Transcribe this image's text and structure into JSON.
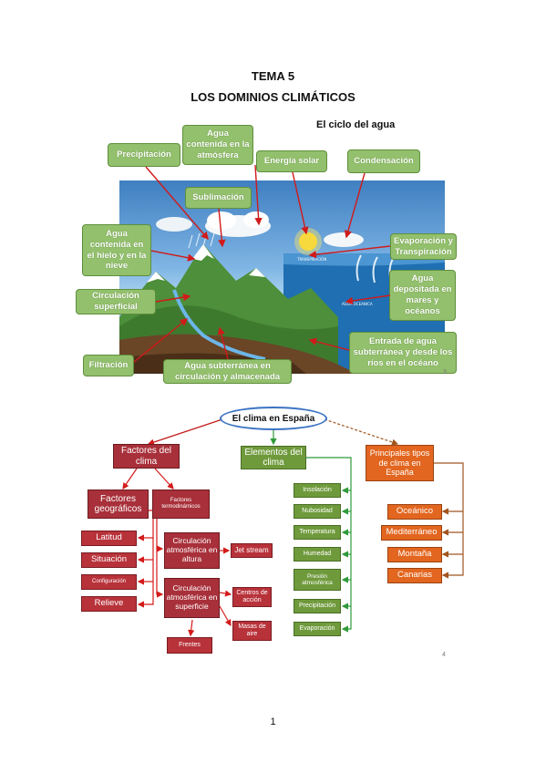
{
  "header": {
    "tema": "TEMA 5",
    "title": "LOS DOMINIOS CLIMÁTICOS"
  },
  "water_cycle": {
    "title": "El ciclo del agua",
    "labels": {
      "precipitacion": "Precipitación",
      "agua_atmosfera": "Agua contenida en la atmósfera",
      "energia_solar": "Energía solar",
      "condensacion": "Condensación",
      "sublimacion": "Sublimación",
      "agua_hielo": "Agua contenida en el hielo y en la nieve",
      "evaporacion": "Evaporación y Transpiración",
      "agua_mares": "Agua depositada en mares y océanos",
      "circulacion_superficial": "Circulación superficial",
      "filtracion": "Filtración",
      "agua_subterranea": "Agua subterránea en circulación y almacenada",
      "entrada_agua": "Entrada de agua subterránea y desde los ríos en el océano"
    },
    "page_mark": "3"
  },
  "concept_map": {
    "root": "El clima en España",
    "factores": {
      "title": "Factores del clima",
      "geograficos": "Factores geográficos",
      "termodinamicos": "Factores termodinámicos",
      "latitud": "Latitud",
      "situacion": "Situación",
      "configuracion": "Configuración",
      "relieve": "Relieve",
      "circ_altura": "Circulación atmosférica en altura",
      "jet_stream": "Jet stream",
      "circ_superficie": "Circulación atmosférica en superficie",
      "centros_accion": "Centros de acción",
      "masas_aire": "Masas de aire",
      "frentes": "Frentes"
    },
    "elementos": {
      "title": "Elementos del clima",
      "items": [
        "Insolación",
        "Nubosidad",
        "Temperatura",
        "Humedad",
        "Presión atmosférica",
        "Precipitación",
        "Evaporación"
      ]
    },
    "tipos": {
      "title": "Principales tipos de clima en España",
      "items": [
        "Oceánico",
        "Mediterráneo",
        "Montaña",
        "Canarias"
      ]
    },
    "page_mark": "4"
  },
  "footer": {
    "page_number": "1"
  }
}
